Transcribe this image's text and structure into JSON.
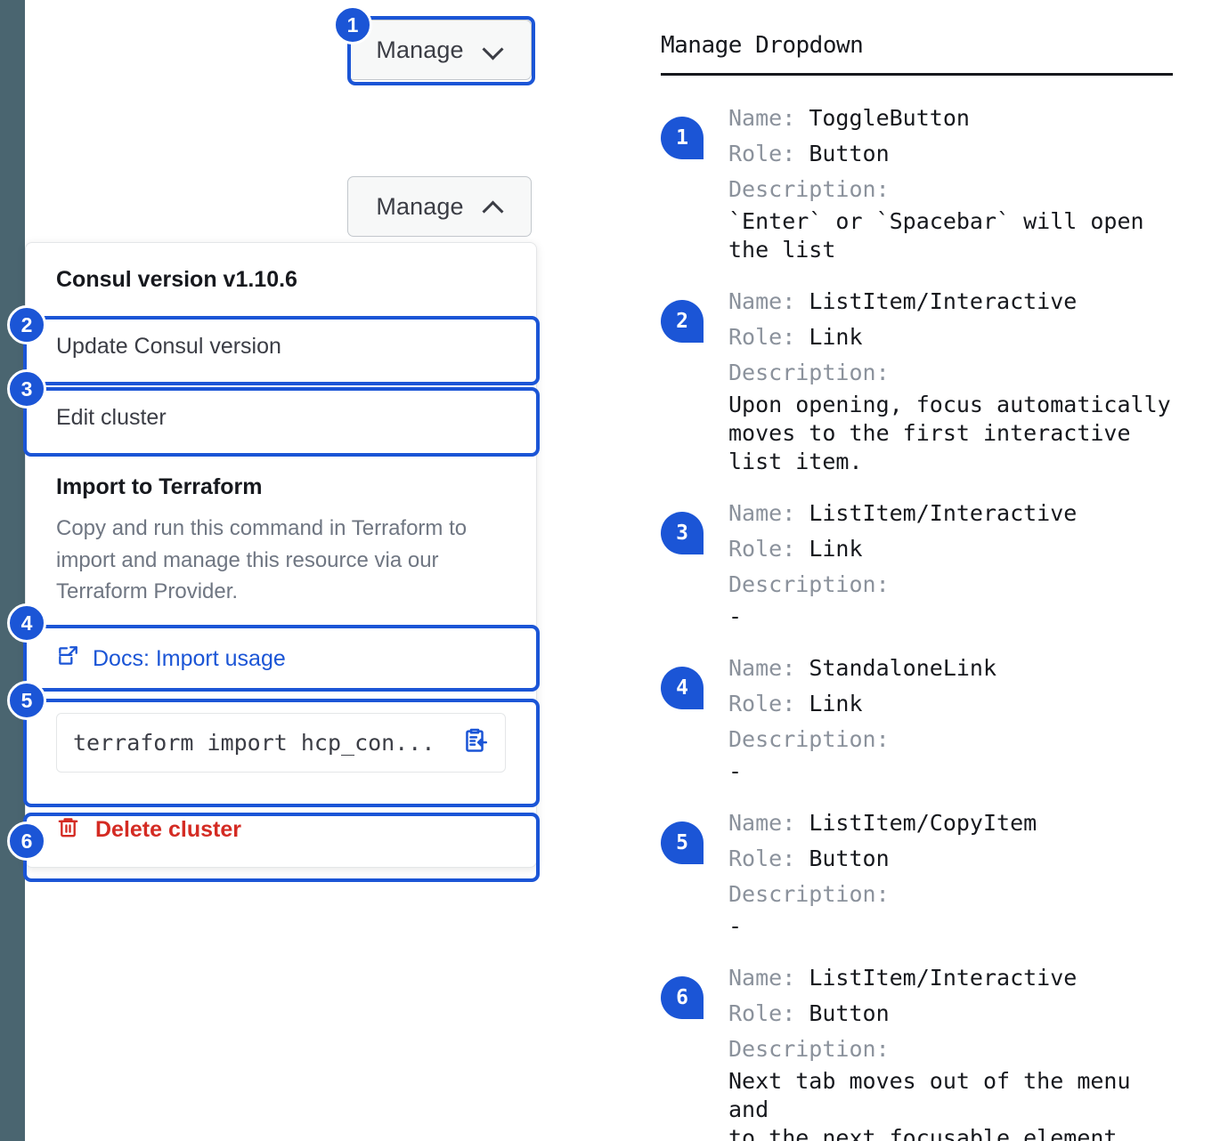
{
  "rail": {
    "color": "#4a6570"
  },
  "accent": {
    "blue": "#1b55d6",
    "red": "#d42b23",
    "text": "#3b3d45",
    "muted": "#6f7682"
  },
  "capture": {
    "toggle_collapsed": {
      "label": "Manage",
      "icon": "chevron-down-icon"
    },
    "toggle_expanded": {
      "label": "Manage",
      "icon": "chevron-up-icon"
    },
    "dropdown": {
      "version_header": "Consul version v1.10.6",
      "update_item": "Update Consul version",
      "edit_item": "Edit cluster",
      "terraform_title": "Import to Terraform",
      "terraform_desc": "Copy and run this command in Terraform to import and manage this resource via our Terraform Provider.",
      "docs_link": "Docs: Import usage",
      "docs_icon": "docs-external-link-icon",
      "command": "terraform import hcp_con...",
      "copy_icon": "clipboard-copy-icon",
      "delete_item": "Delete cluster",
      "delete_icon": "trash-icon"
    }
  },
  "panel": {
    "title": "Manage Dropdown",
    "labels": {
      "name": "Name: ",
      "role": "Role: ",
      "description": "Description:"
    },
    "entries": [
      {
        "num": "1",
        "name": "ToggleButton",
        "role": "Button",
        "description": "`Enter` or `Spacebar` will open\nthe list"
      },
      {
        "num": "2",
        "name": "ListItem/Interactive",
        "role": "Link",
        "description": "Upon opening, focus automatically\nmoves to the first interactive\nlist item."
      },
      {
        "num": "3",
        "name": "ListItem/Interactive",
        "role": "Link",
        "description": "-"
      },
      {
        "num": "4",
        "name": "StandaloneLink",
        "role": "Link",
        "description": "-"
      },
      {
        "num": "5",
        "name": "ListItem/CopyItem",
        "role": "Button",
        "description": "-"
      },
      {
        "num": "6",
        "name": "ListItem/Interactive",
        "role": "Button",
        "description": "Next tab moves out of the menu and\nto the next focusable element"
      }
    ]
  },
  "callouts": [
    {
      "num": "1"
    },
    {
      "num": "2"
    },
    {
      "num": "3"
    },
    {
      "num": "4"
    },
    {
      "num": "5"
    },
    {
      "num": "6"
    }
  ]
}
